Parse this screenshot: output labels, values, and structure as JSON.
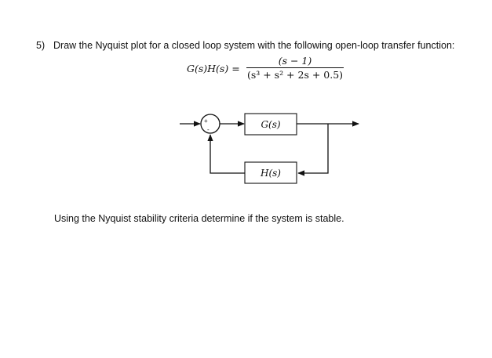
{
  "question": {
    "number": "5)",
    "text": "Draw the Nyquist plot for a closed loop system with the following open-loop transfer function:"
  },
  "equation": {
    "lhs": "G(s)H(s) =",
    "numerator": "(s − 1)",
    "denominator": "(s³ + s² + 2s + 0.5)"
  },
  "diagram": {
    "forward_block": "G(s)",
    "feedback_block": "H(s)",
    "summing_plus": "+",
    "summing_minus": "-"
  },
  "footer": {
    "text": "Using the Nyquist stability criteria determine if the system is stable."
  }
}
